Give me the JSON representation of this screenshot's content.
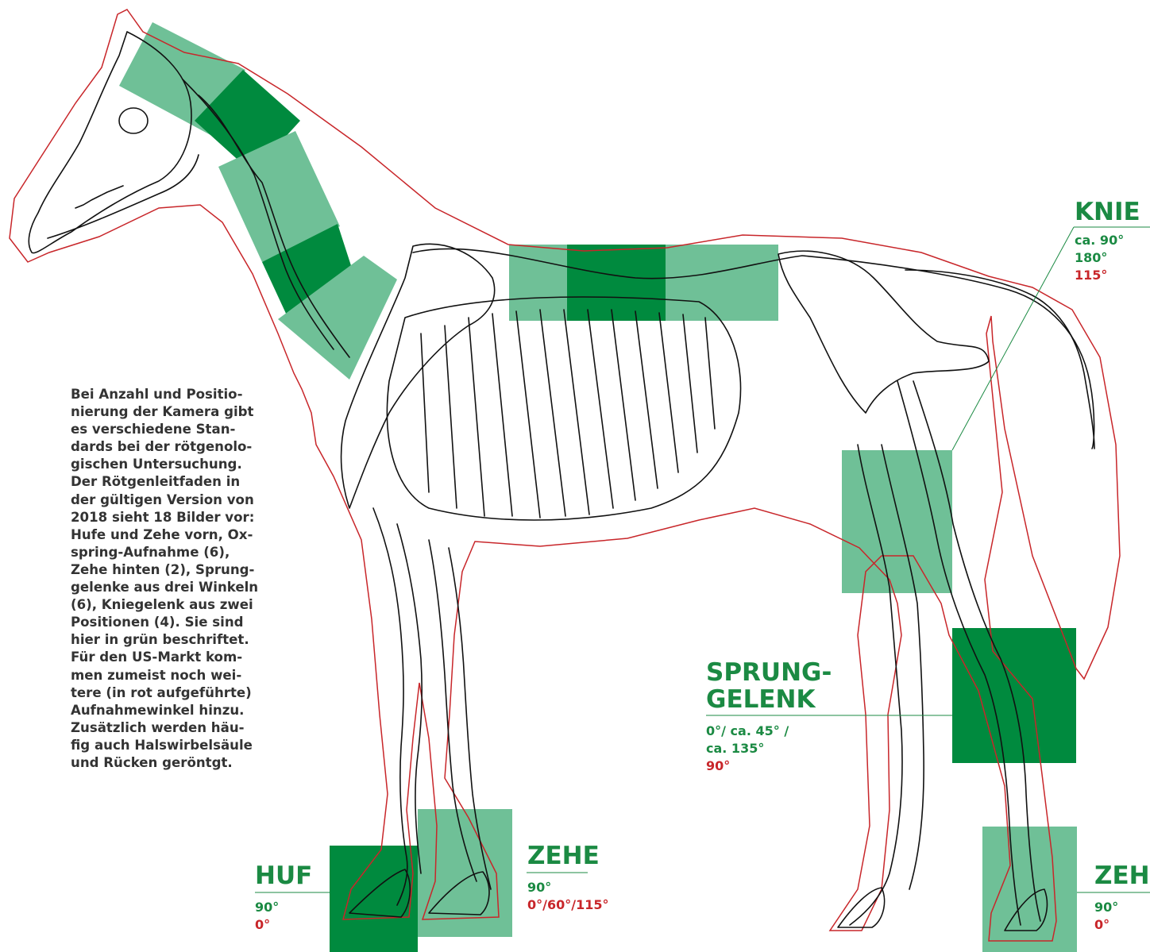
{
  "colors": {
    "light_green": "#6fc097",
    "dark_green": "#008a3e",
    "label_green": "#1b8a43",
    "red": "#c8262a",
    "outline": "#c8262a",
    "bone": "#111111"
  },
  "paragraph": [
    "Bei Anzahl und Positio-",
    "nierung der Kamera gibt",
    "es verschiedene Stan-",
    "dards bei der rötgenolo-",
    "gischen Untersuchung.",
    "Der Rötgenleitfaden in",
    "der gültigen Version von",
    "2018 sieht 18 Bilder vor:",
    "Hufe und Zehe vorn, Ox-",
    "spring-Aufnahme (6),",
    "Zehe hinten (2), Sprung-",
    "gelenke aus drei Winkeln",
    "(6), Kniegelenk aus zwei",
    "Positionen (4). Sie sind",
    "hier in grün beschriftet.",
    "Für den US-Markt kom-",
    "men zumeist noch wei-",
    "tere (in rot aufgeführte)",
    "Aufnahmewinkel hinzu.",
    "Zusätzlich werden häu-",
    "fig auch Halswirbelsäule",
    "und Rücken geröntgt."
  ],
  "labels": {
    "knie": {
      "title": "KNIE",
      "green": [
        "ca. 90°",
        "180°"
      ],
      "red": [
        "115°"
      ]
    },
    "sprunggelenk": {
      "title_lines": [
        "SPRUNG-",
        "GELENK"
      ],
      "green": [
        "0°/ ca. 45° /",
        "ca. 135°"
      ],
      "red": [
        "90°"
      ]
    },
    "zehe_front": {
      "title": "ZEHE",
      "green": [
        "90°"
      ],
      "red": [
        "0°/60°/115°"
      ]
    },
    "huf": {
      "title": "HUF",
      "green": [
        "90°"
      ],
      "red": [
        "0°"
      ]
    },
    "zehe_hind": {
      "title": "ZEHE",
      "green": [
        "90°"
      ],
      "red": [
        "0°"
      ]
    }
  }
}
